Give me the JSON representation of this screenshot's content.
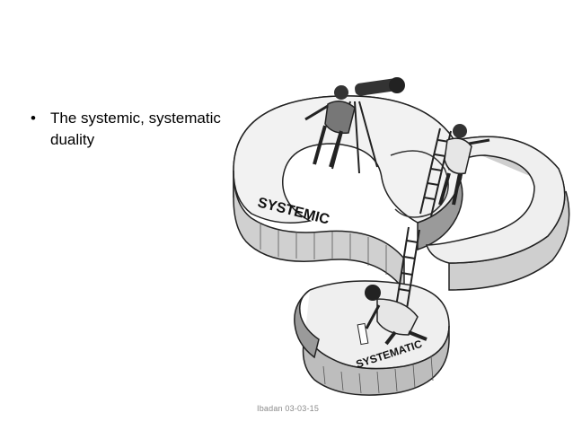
{
  "slide": {
    "bullets": [
      {
        "text": "The systemic, systematic duality"
      }
    ],
    "illustration": {
      "top_label": "SYSTEMIC",
      "bottom_label": "SYSTEMATIC"
    },
    "footer": "Ibadan 03-03-15"
  }
}
